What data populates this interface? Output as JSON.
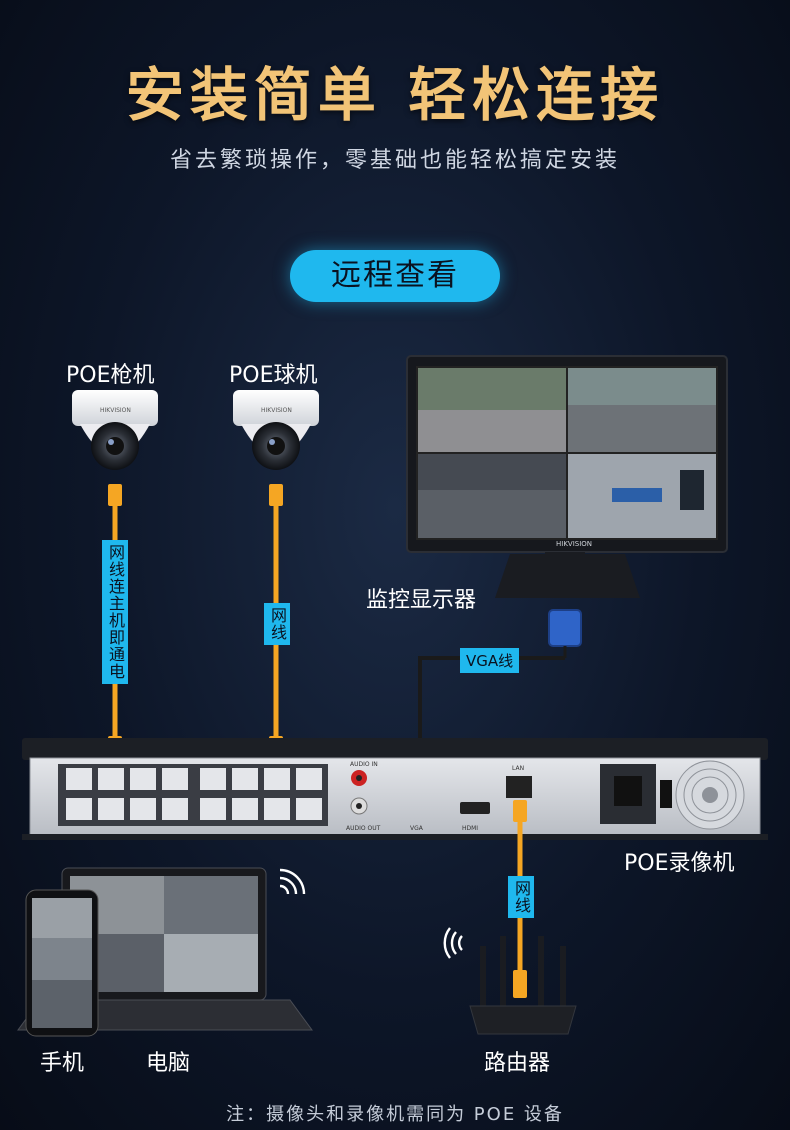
{
  "header": {
    "title": "安装简单 轻松连接",
    "subtitle": "省去繁琐操作，零基础也能轻松搞定安装"
  },
  "section_pill": "远程查看",
  "devices": {
    "poe_bullet": "POE枪机",
    "poe_dome": "POE球机",
    "monitor": "监控显示器",
    "nvr": "POE录像机",
    "phone": "手机",
    "computer": "电脑",
    "router": "路由器"
  },
  "cables": {
    "bullet_cable": "网线连主机即通电",
    "dome_cable": "网线",
    "vga_cable": "VGA线",
    "router_cable": "网线"
  },
  "nvr_panel": {
    "audio_in": "AUDIO IN",
    "audio_out": "AUDIO OUT",
    "vga": "VGA",
    "hdmi": "HDMI",
    "lan": "LAN"
  },
  "monitor_brand": "HIKVISION",
  "footnote": "注：摄像头和录像机需同为 POE 设备",
  "colors": {
    "accent": "#1fb8ee",
    "title_gold": "#f2c477",
    "cable_orange": "#f5a623"
  }
}
